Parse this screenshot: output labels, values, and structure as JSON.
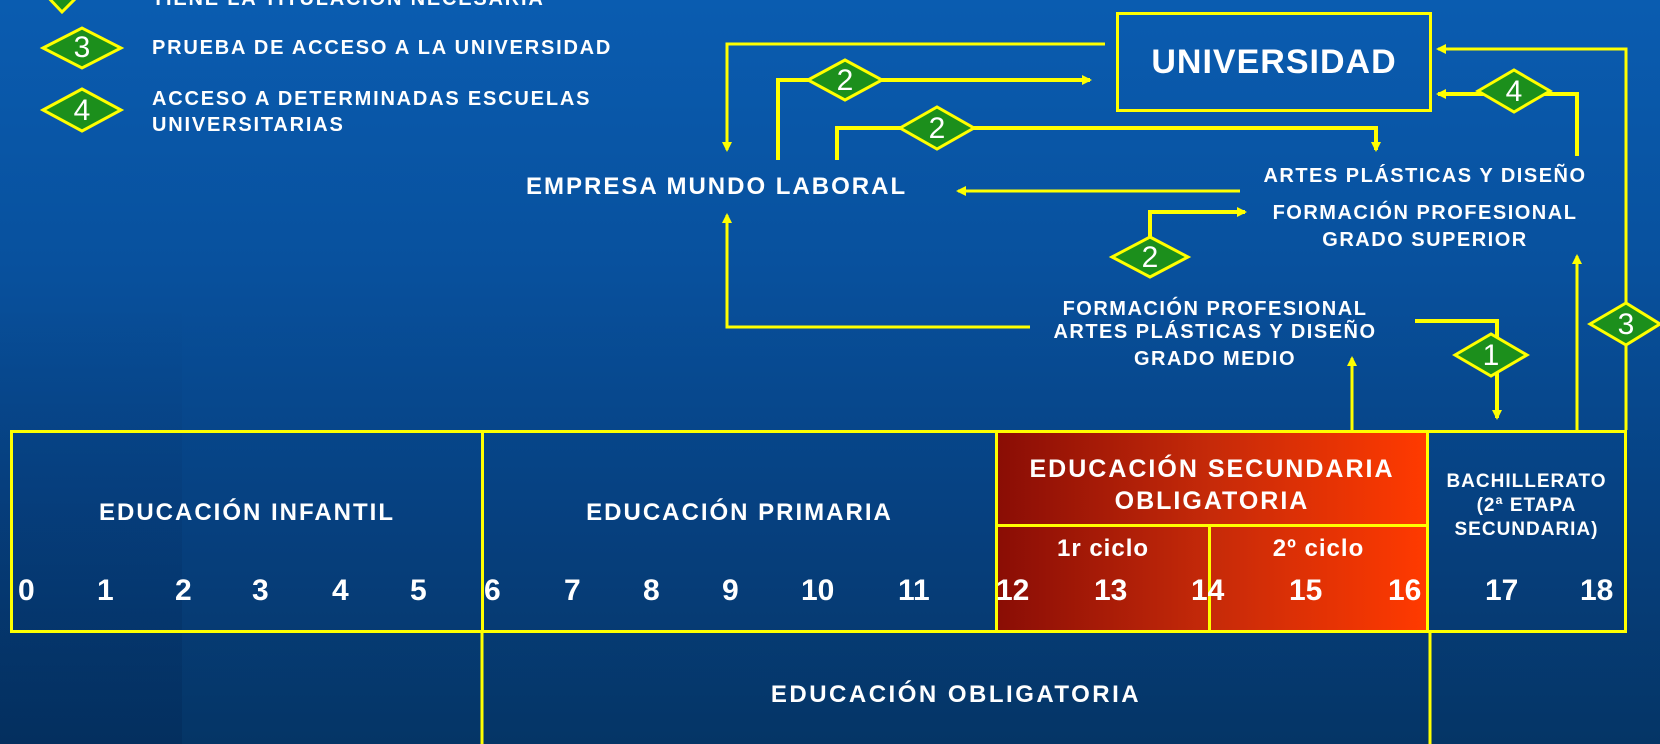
{
  "legend": {
    "item1": "TIENE LA TITULACIÓN NECESARIA",
    "item3_num": "3",
    "item3": "PRUEBA DE ACCESO A LA UNIVERSIDAD",
    "item4_num": "4",
    "item4_line1": "ACCESO A  DETERMINADAS ESCUELAS",
    "item4_line2": "UNIVERSITARIAS"
  },
  "nodes": {
    "universidad": "UNIVERSIDAD",
    "empresa": "EMPRESA MUNDO LABORAL",
    "superior_line1": "ARTES PLÁSTICAS Y DISEÑO",
    "superior_line2": "FORMACIÓN PROFESIONAL",
    "superior_line3": "GRADO SUPERIOR",
    "medio_line1": "FORMACIÓN PROFESIONAL",
    "medio_line2": "ARTES PLÁSTICAS Y DISEÑO",
    "medio_line3": "GRADO MEDIO"
  },
  "badges": {
    "b1": "1",
    "b2a": "2",
    "b2b": "2",
    "b2c": "2",
    "b3": "3",
    "b4": "4"
  },
  "stages": {
    "infantil": "EDUCACIÓN INFANTIL",
    "primaria": "EDUCACIÓN PRIMARIA",
    "eso_line1": "EDUCACIÓN SECUNDARIA",
    "eso_line2": "OBLIGATORIA",
    "ciclo1": "1r ciclo",
    "ciclo2": "2º ciclo",
    "bach_line1": "BACHILLERATO",
    "bach_line2": "(2ª ETAPA",
    "bach_line3": "SECUNDARIA)",
    "obligatoria": "EDUCACIÓN  OBLIGATORIA"
  },
  "ages": [
    "0",
    "1",
    "2",
    "3",
    "4",
    "5",
    "6",
    "7",
    "8",
    "9",
    "10",
    "11",
    "12",
    "13",
    "14",
    "15",
    "16",
    "17",
    "18"
  ],
  "colors": {
    "line": "#ffff00",
    "badge_fill": "#1c8f1c",
    "accent_red": "#ff3a00"
  }
}
